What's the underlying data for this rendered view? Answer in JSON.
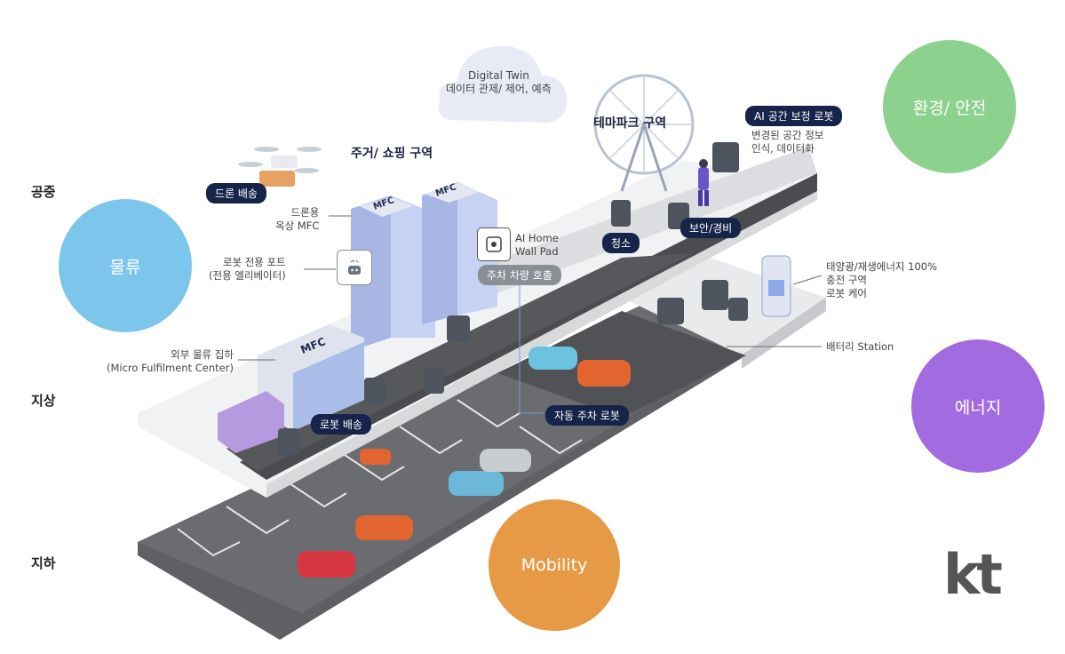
{
  "tiers": {
    "air": "공중",
    "ground": "지상",
    "underground": "지하"
  },
  "circles": {
    "logistics": {
      "label": "물류",
      "color": "#7cc6ec"
    },
    "environment": {
      "label": "환경/ 안전",
      "color": "#8dd18f"
    },
    "energy": {
      "label": "에너지",
      "color": "#a36be0"
    },
    "mobility": {
      "label": "Mobility",
      "color": "#e69a45"
    }
  },
  "zones": {
    "residential": "주거/ 쇼핑 구역",
    "themepark": "테마파크 구역"
  },
  "digital_twin": {
    "line1": "Digital Twin",
    "line2": "데이터 관제/ 제어, 예측"
  },
  "labels": {
    "drone_delivery": "드론 배송",
    "drone_mfc_1": "드론용",
    "drone_mfc_2": "옥상 MFC",
    "robot_port_1": "로봇 전용 포트",
    "robot_port_2": "(전용 엘리베이터)",
    "ai_home_1": "AI Home",
    "ai_home_2": "Wall Pad",
    "parking_call": "주차 차량 호출",
    "external_1": "외부 물류 집하",
    "external_2": "(Micro Fulfilment Center)",
    "robot_delivery": "로봇 배송",
    "auto_parking": "자동 주차 로봇",
    "cleaning": "청소",
    "security": "보안/경비",
    "ai_robot": "AI 공간 보정 로봇",
    "ai_robot_desc_1": "변경된 공간 정보",
    "ai_robot_desc_2": "인식, 데이터화",
    "solar_1": "태양광/재생에너지 100%",
    "solar_2": "충전 구역",
    "solar_3": "로봇 케어",
    "battery": "배터리 Station",
    "mfc_sign": "MFC"
  },
  "logo": "kt"
}
